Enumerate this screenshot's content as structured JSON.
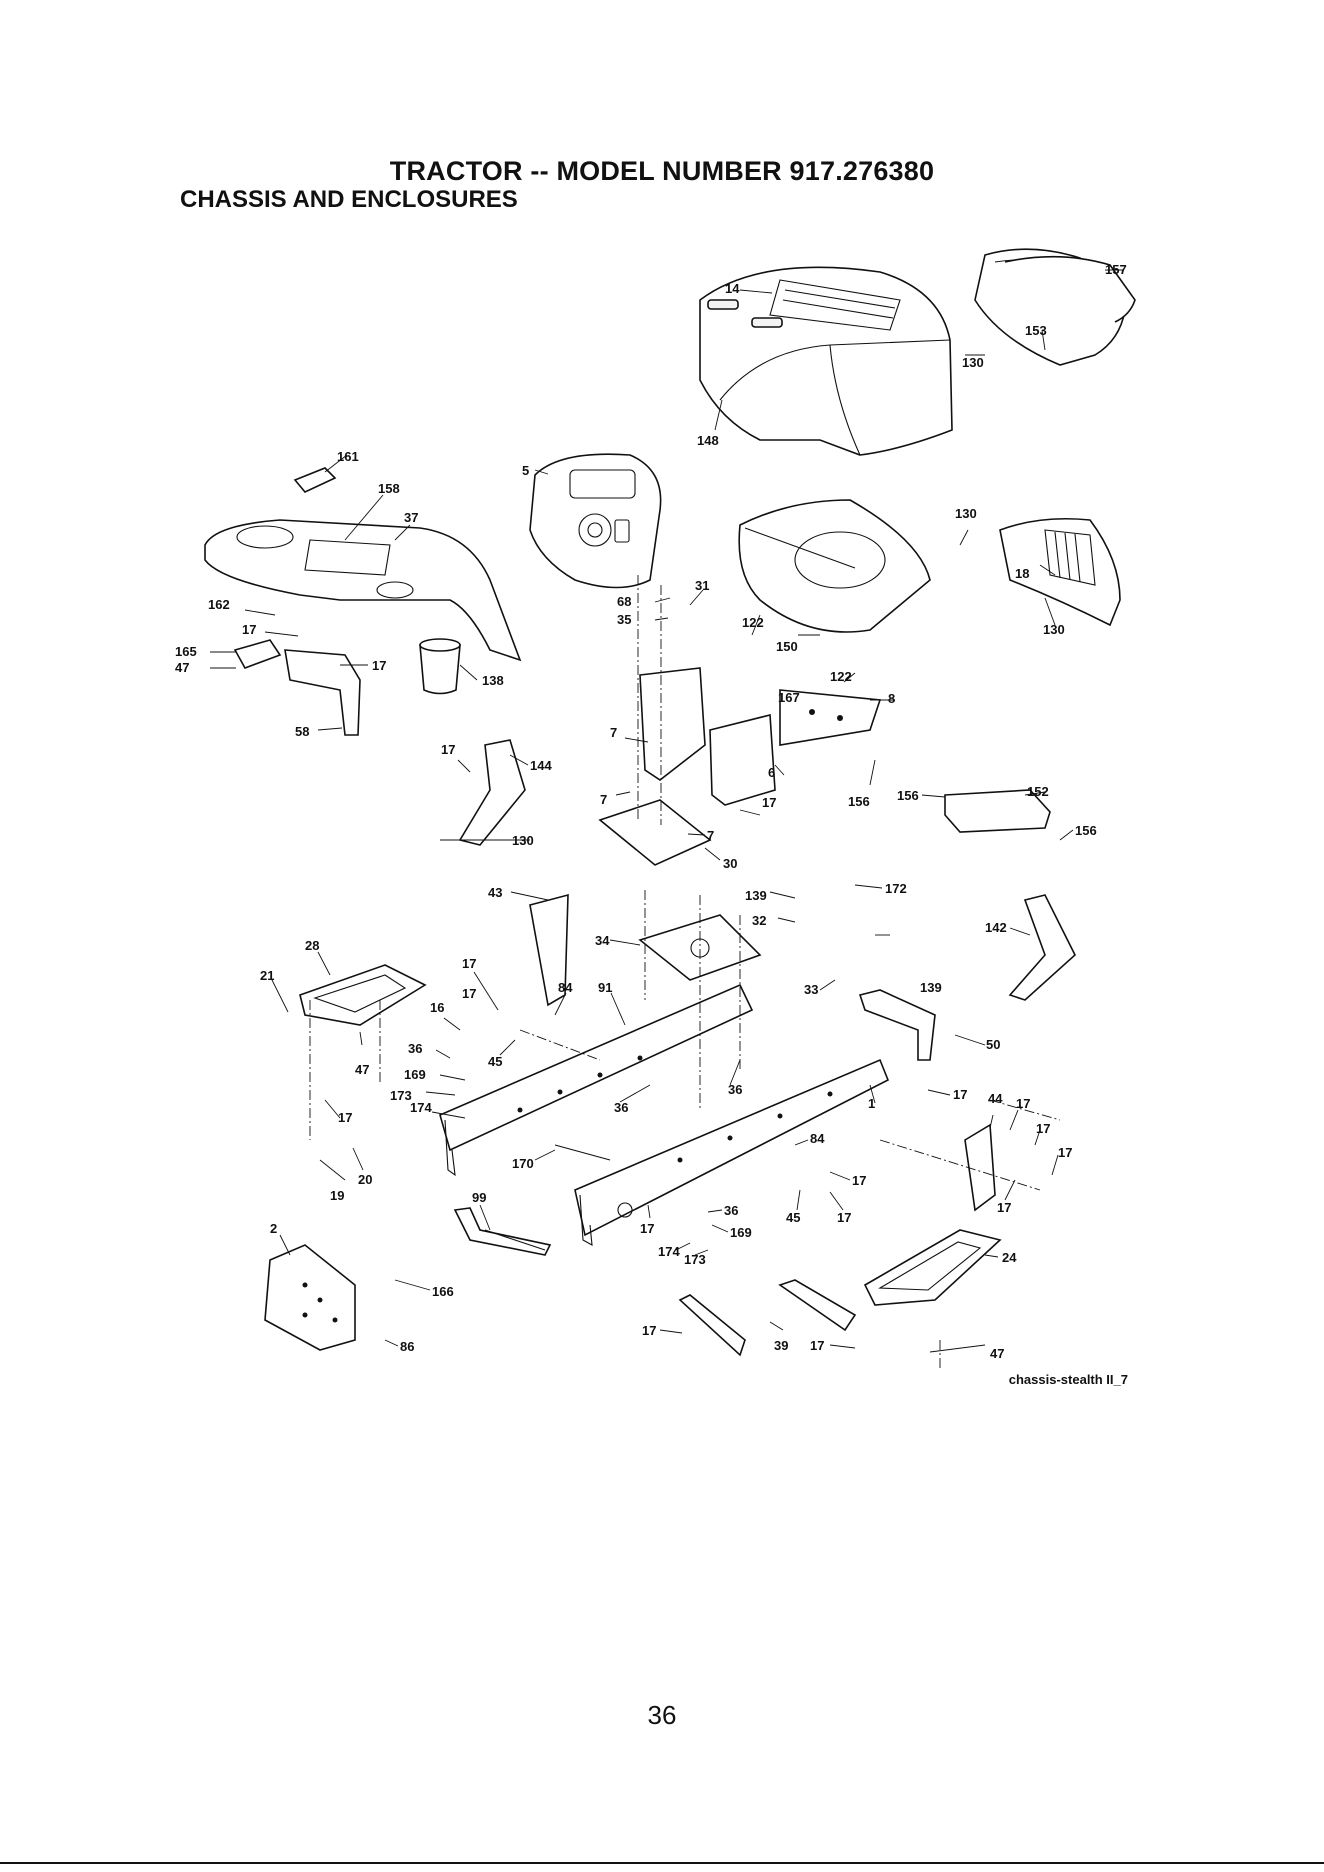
{
  "header": {
    "title": "TRACTOR -- MODEL NUMBER 917.276380",
    "subtitle": "CHASSIS AND ENCLOSURES"
  },
  "diagram": {
    "code": "chassis-stealth II_7",
    "callouts": [
      "157",
      "14",
      "153",
      "130",
      "148",
      "161",
      "5",
      "158",
      "37",
      "130",
      "18",
      "130",
      "31",
      "68",
      "35",
      "122",
      "150",
      "162",
      "17",
      "165",
      "17",
      "47",
      "138",
      "58",
      "122",
      "167",
      "8",
      "7",
      "17",
      "144",
      "6",
      "7",
      "156",
      "156",
      "152",
      "156",
      "7",
      "17",
      "130",
      "30",
      "43",
      "139",
      "172",
      "142",
      "28",
      "32",
      "34",
      "33",
      "139",
      "21",
      "17",
      "84",
      "91",
      "16",
      "17",
      "50",
      "36",
      "45",
      "47",
      "169",
      "173",
      "36",
      "36",
      "17",
      "44",
      "17",
      "174",
      "1",
      "17",
      "17",
      "17",
      "170",
      "84",
      "17",
      "20",
      "19",
      "99",
      "45",
      "17",
      "17",
      "2",
      "36",
      "17",
      "169",
      "24",
      "174",
      "173",
      "166",
      "17",
      "39",
      "17",
      "47",
      "86"
    ]
  },
  "page": {
    "number": "36"
  }
}
